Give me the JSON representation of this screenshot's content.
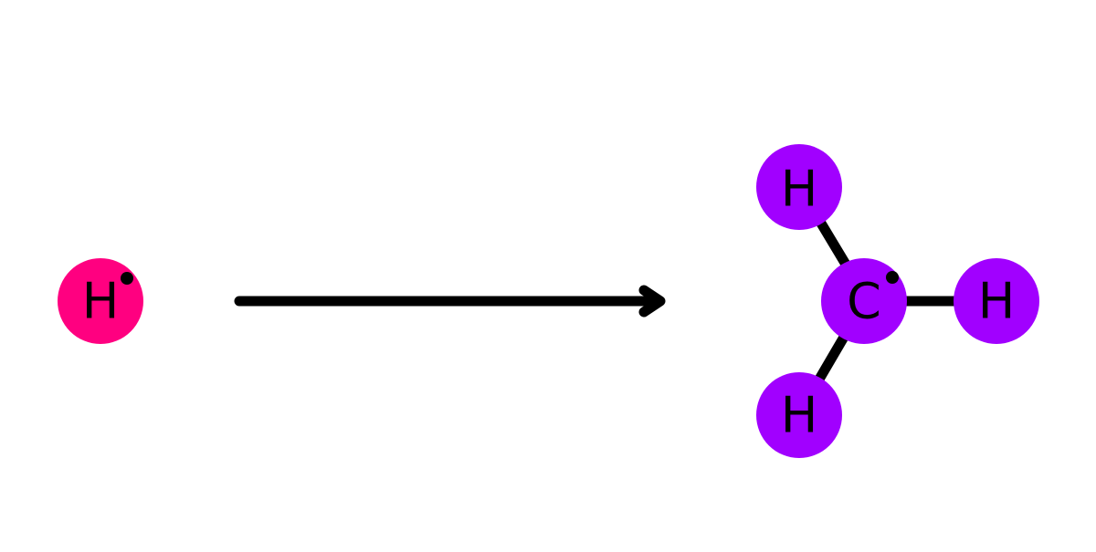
{
  "colors": {
    "reactant_atom": "#ff0080",
    "product_atom": "#a100ff",
    "line": "#000000",
    "background": "#ffffff"
  },
  "reactant": {
    "atom_label": "H"
  },
  "arrow": {
    "kind": "reaction-arrow"
  },
  "product": {
    "center_label": "C",
    "top_h_label": "H",
    "right_h_label": "H",
    "bottom_h_label": "H"
  }
}
